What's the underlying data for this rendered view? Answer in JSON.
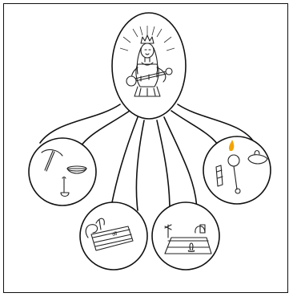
{
  "figure": {
    "center": {
      "subject": "deity-with-veena",
      "icon": "veena-icon"
    },
    "branches": [
      {
        "id": "left",
        "icon": "tools-icon",
        "items": [
          "pickaxe",
          "shallow-dish",
          "ladle"
        ]
      },
      {
        "id": "bottom-left",
        "icon": "book-icon",
        "items": [
          "palm-leaf-manuscript",
          "stylus"
        ],
        "inscription": "ॐ"
      },
      {
        "id": "bottom-right",
        "icon": "ritual-cloth-icon",
        "items": [
          "mat",
          "small-vessel",
          "stand",
          "lamp-pot"
        ]
      },
      {
        "id": "right",
        "icon": "musical-instruments-icon",
        "items": [
          "small-drum",
          "veena",
          "oil-lamp"
        ]
      }
    ],
    "colors": {
      "stroke": "#111111",
      "background": "#ffffff",
      "flame": "#f2a400"
    }
  }
}
